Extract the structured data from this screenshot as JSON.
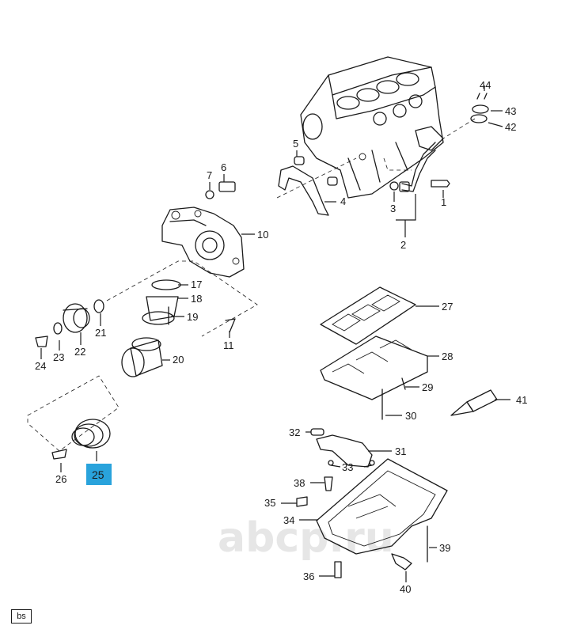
{
  "watermark": "abcp.ru",
  "corner_tag": "bs",
  "highlight_color": "#29a3dc",
  "callouts": {
    "c1": "1",
    "c2": "2",
    "c3": "3",
    "c4": "4",
    "c5": "5",
    "c6": "6",
    "c7": "7",
    "c10": "10",
    "c11": "11",
    "c17": "17",
    "c18": "18",
    "c19": "19",
    "c20": "20",
    "c21": "21",
    "c22": "22",
    "c23": "23",
    "c24": "24",
    "c25": "25",
    "c26": "26",
    "c27": "27",
    "c28": "28",
    "c29": "29",
    "c30": "30",
    "c31": "31",
    "c32": "32",
    "c33": "33",
    "c34": "34",
    "c35": "35",
    "c36": "36",
    "c38": "38",
    "c39": "39",
    "c40": "40",
    "c41": "41",
    "c42": "42",
    "c43": "43",
    "c44": "44"
  },
  "highlighted_part": "25"
}
